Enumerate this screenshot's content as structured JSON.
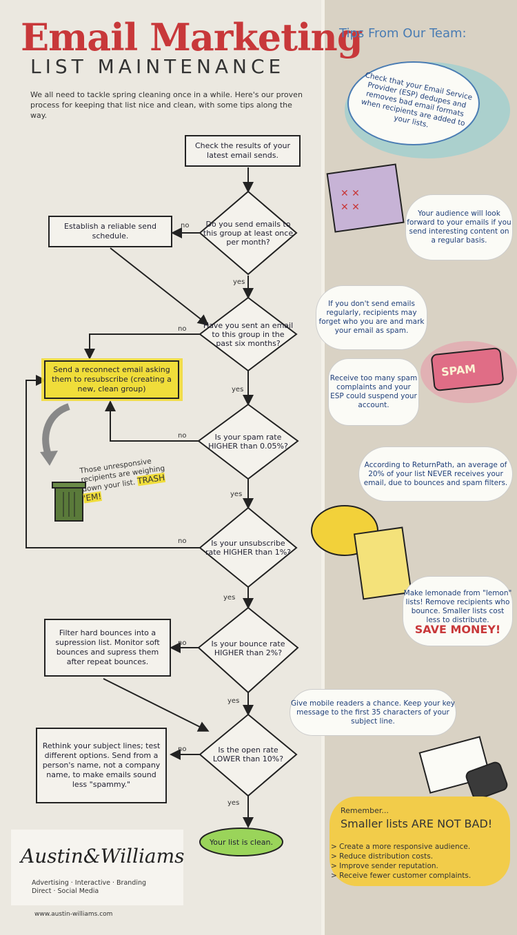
{
  "header": {
    "title_line1": "Email Marketing",
    "title_line2": "LIST MAINTENANCE",
    "intro": "We all need to tackle spring cleaning once in a while. Here's our proven process for keeping that list nice and clean, with some tips along the way."
  },
  "flow": {
    "start": "Check the results of your latest email sends.",
    "q1": "Do you send emails to this group at least once per month?",
    "a1_no": "Establish a reliable send schedule.",
    "q2": "Have you sent an email to this group in the past six months?",
    "a2_no": "Send a reconnect email asking them to resubscribe (creating a new, clean group)",
    "trash_note": "Those unresponsive recipients are weighing down your list.",
    "trash_em": "TRASH 'EM!",
    "q3": "Is your spam rate HIGHER than 0.05%?",
    "q4": "Is your unsubscribe rate HIGHER than 1%?",
    "q5": "Is your bounce rate HIGHER than 2%?",
    "a5_no": "Filter hard bounces into a supression list. Monitor soft bounces and supress them after repeat bounces.",
    "q6": "Is the open rate LOWER than 10%?",
    "a6_no": "Rethink your subject lines; test different options. Send from a person's name, not a company name, to make emails sound less \"spammy.\"",
    "end": "Your list is clean.",
    "yes": "yes",
    "no": "no"
  },
  "tips": {
    "title": "Tips From Our Team:",
    "tip1": "Check that your Email Service Provider (ESP) dedupes and removes bad email formats when recipients are added to your lists.",
    "tip2": "Your audience will look forward to your emails if you send interesting content on a regular basis.",
    "tip3": "If you don't send emails regularly, recipients may forget who you are and mark your email as spam.",
    "spam_label": "SPAM",
    "tip4": "Receive too many spam complaints and your ESP could suspend your account.",
    "tip5": "According to ReturnPath, an average of 20% of your list NEVER receives your email, due to bounces and spam filters.",
    "tip6": "Make lemonade from \"lemon\" lists! Remove recipients who bounce. Smaller lists cost less to distribute.",
    "save_money": "SAVE MONEY!",
    "tip7": "Give mobile readers a chance. Keep your key message to the first 35 characters of your subject line."
  },
  "remember": {
    "lead": "Remember...",
    "headline": "Smaller lists ARE NOT BAD!",
    "items": [
      "> Create a more responsive audience.",
      "> Reduce distribution costs.",
      "> Improve sender reputation.",
      "> Receive fewer customer complaints."
    ]
  },
  "footer": {
    "logo": "Austin&Williams",
    "services_line1": "Advertising · Interactive · Branding",
    "services_line2": "Direct · Social Media",
    "url": "www.austin-williams.com"
  }
}
